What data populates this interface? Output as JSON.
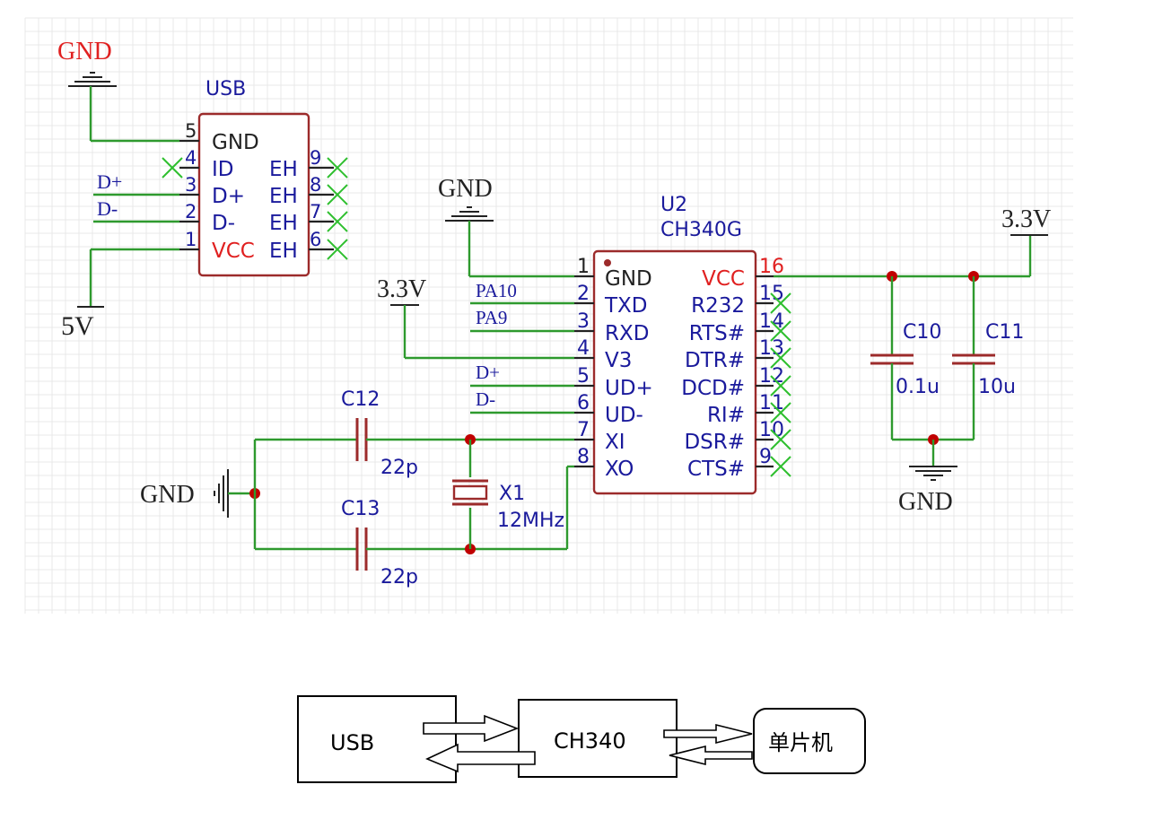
{
  "schematic": {
    "usb": {
      "name": "USB",
      "pins_left": [
        {
          "num": "5",
          "name": "GND"
        },
        {
          "num": "4",
          "name": "ID"
        },
        {
          "num": "3",
          "name": "D+"
        },
        {
          "num": "2",
          "name": "D-"
        },
        {
          "num": "1",
          "name": "VCC"
        }
      ],
      "pins_right": [
        {
          "num": "9",
          "name": "EH"
        },
        {
          "num": "8",
          "name": "EH"
        },
        {
          "num": "7",
          "name": "EH"
        },
        {
          "num": "6",
          "name": "EH"
        }
      ],
      "net_dplus": "D+",
      "net_dminus": "D-",
      "gnd_label": "GND",
      "power_label": "5V"
    },
    "u2": {
      "designator": "U2",
      "part": "CH340G",
      "pins_left": [
        {
          "num": "1",
          "name": "GND"
        },
        {
          "num": "2",
          "name": "TXD"
        },
        {
          "num": "3",
          "name": "RXD"
        },
        {
          "num": "4",
          "name": "V3"
        },
        {
          "num": "5",
          "name": "UD+"
        },
        {
          "num": "6",
          "name": "UD-"
        },
        {
          "num": "7",
          "name": "XI"
        },
        {
          "num": "8",
          "name": "XO"
        }
      ],
      "pins_right": [
        {
          "num": "16",
          "name": "VCC"
        },
        {
          "num": "15",
          "name": "R232"
        },
        {
          "num": "14",
          "name": "RTS#"
        },
        {
          "num": "13",
          "name": "DTR#"
        },
        {
          "num": "12",
          "name": "DCD#"
        },
        {
          "num": "11",
          "name": "RI#"
        },
        {
          "num": "10",
          "name": "DSR#"
        },
        {
          "num": "9",
          "name": "CTS#"
        }
      ],
      "nets": {
        "pa10": "PA10",
        "pa9": "PA9",
        "dplus": "D+",
        "dminus": "D-"
      },
      "gnd_label": "GND",
      "v3_label": "3.3V"
    },
    "caps": {
      "c10": {
        "name": "C10",
        "value": "0.1u"
      },
      "c11": {
        "name": "C11",
        "value": "10u"
      },
      "c12": {
        "name": "C12",
        "value": "22p"
      },
      "c13": {
        "name": "C13",
        "value": "22p"
      }
    },
    "crystal": {
      "name": "X1",
      "value": "12MHz"
    },
    "right_power_label": "3.3V",
    "right_gnd_label": "GND",
    "osc_gnd_label": "GND"
  },
  "block_diagram": {
    "usb": "USB",
    "ch340": "CH340",
    "mcu": "单片机"
  },
  "colors": {
    "wire": "#2e9a2e",
    "body": "#9c2b2b",
    "red_label": "#e02020",
    "blue_label": "#1a1a9c",
    "junction": "#c00000",
    "nc_mark": "#2fbf2f"
  }
}
